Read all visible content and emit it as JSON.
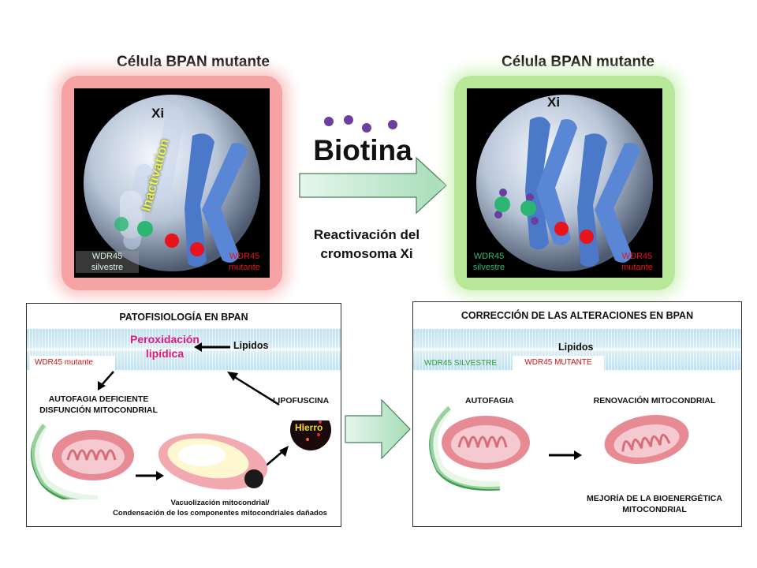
{
  "top": {
    "left_cell": {
      "title": "Célula BPAN mutante",
      "chromosome_label": "Xi",
      "inactivation_text": "Inactivation",
      "wt_label_line1": "WDR45",
      "wt_label_line2": "silvestre",
      "mut_label_line1": "WDR45",
      "mut_label_line2": "mutante"
    },
    "right_cell": {
      "title": "Célula BPAN mutante",
      "chromosome_label": "Xi",
      "wt_label_line1": "WDR45",
      "wt_label_line2": "silvestre",
      "mut_label_line1": "WDR45",
      "mut_label_line2": "mutante"
    },
    "treatment": {
      "name": "Biotina",
      "effect_line1": "Reactivación del",
      "effect_line2": "cromosoma Xi"
    }
  },
  "bottom_left": {
    "title": "PATOFISIOLOGÍA EN BPAN",
    "peroxidation_line1": "Peroxidación",
    "peroxidation_line2": "lipídica",
    "lipids": "Lipidos",
    "gene_box": "WDR45 mutante",
    "autophagy_line1": "AUTOFAGIA DEFICIENTE",
    "autophagy_line2": "DISFUNCIÓN MITOCONDRIAL",
    "lipofuscin": "LIPOFUSCINA",
    "iron": "Hierro",
    "vacuole_line1": "Vacuolización mitocondrial/",
    "vacuole_line2": "Condensación de los componentes mitocondriales dañados"
  },
  "bottom_right": {
    "title": "CORRECCIÓN DE LAS ALTERACIONES EN  BPAN",
    "lipids": "Lipidos",
    "gene_wt": "WDR45 SILVESTRE",
    "gene_mut": "WDR45 MUTANTE",
    "autophagy": "AUTOFAGIA",
    "renewal": "RENOVACIÓN MITOCONDRIAL",
    "improvement_line1": "MEJORÍA DE LA BIOENERGÉTICA",
    "improvement_line2": "MITOCONDRIAL"
  },
  "colors": {
    "red_glow": "#f5a3a3",
    "green_glow": "#b8e89a",
    "wt_dot": "#2bb673",
    "mut_dot": "#e8131b",
    "biotin_dot": "#6b3fa0",
    "arrow_fill": "#c9ecd6",
    "peroxidation": "#e0197a",
    "mito": "#e88a94",
    "green_text": "#2e9e3a",
    "red_text": "#d01010"
  }
}
